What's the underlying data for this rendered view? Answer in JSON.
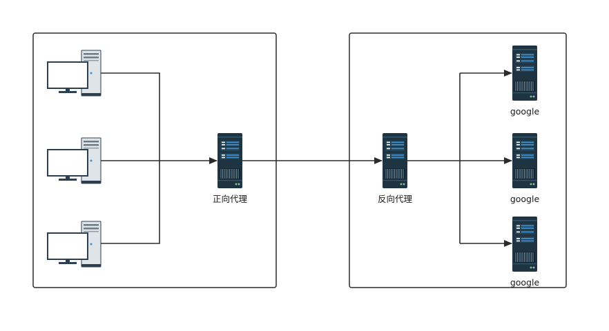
{
  "diagram": {
    "left_group": {
      "clients": [
        {
          "icon": "desktop-computer-icon"
        },
        {
          "icon": "desktop-computer-icon"
        },
        {
          "icon": "desktop-computer-icon"
        }
      ],
      "proxy": {
        "label": "正向代理",
        "icon": "server-icon"
      }
    },
    "right_group": {
      "proxy": {
        "label": "反向代理",
        "icon": "server-icon"
      },
      "servers": [
        {
          "label": "google",
          "icon": "server-icon"
        },
        {
          "label": "google",
          "icon": "server-icon"
        },
        {
          "label": "google",
          "icon": "server-icon"
        }
      ]
    },
    "colors": {
      "line": "#2b2b2b",
      "server_body": "#1f3442",
      "server_accent": "#3d8fd1",
      "monitor_frame": "#2c3e50",
      "tower_body": "#dfe4e8"
    }
  }
}
